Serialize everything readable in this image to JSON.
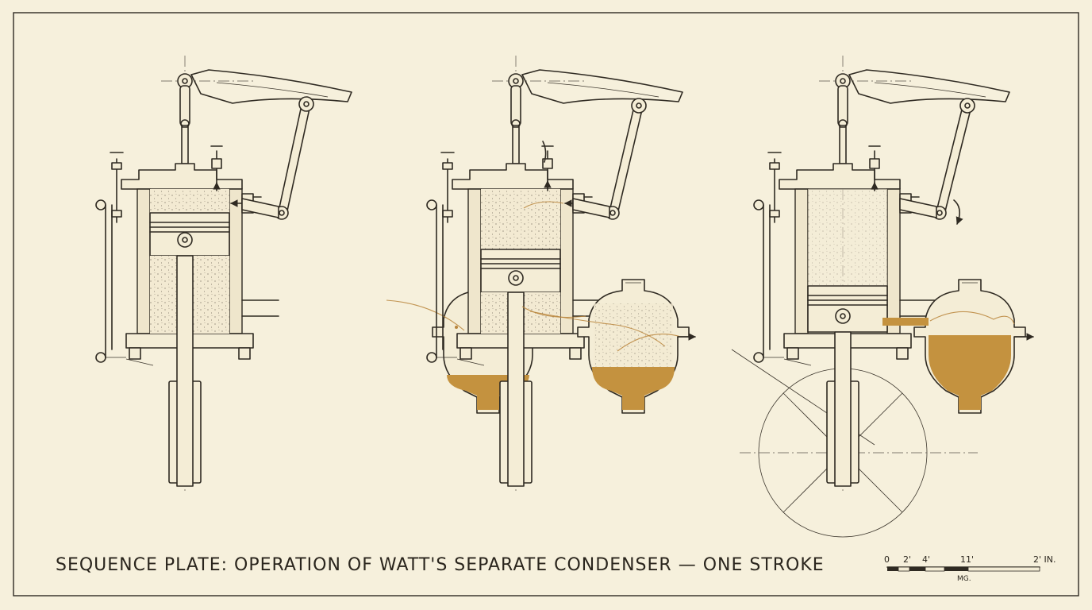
{
  "plate": {
    "title": "SEQUENCE PLATE: OPERATION OF WATT'S SEPARATE CONDENSER — ONE STROKE"
  },
  "scale_bar": {
    "labels": [
      "0",
      "2'",
      "4'",
      "11'",
      "2' IN."
    ],
    "unit_caption": "MG."
  },
  "colors": {
    "paper": "#f6f0dc",
    "ink": "#2f2a22",
    "condensate": "#c4923f"
  }
}
